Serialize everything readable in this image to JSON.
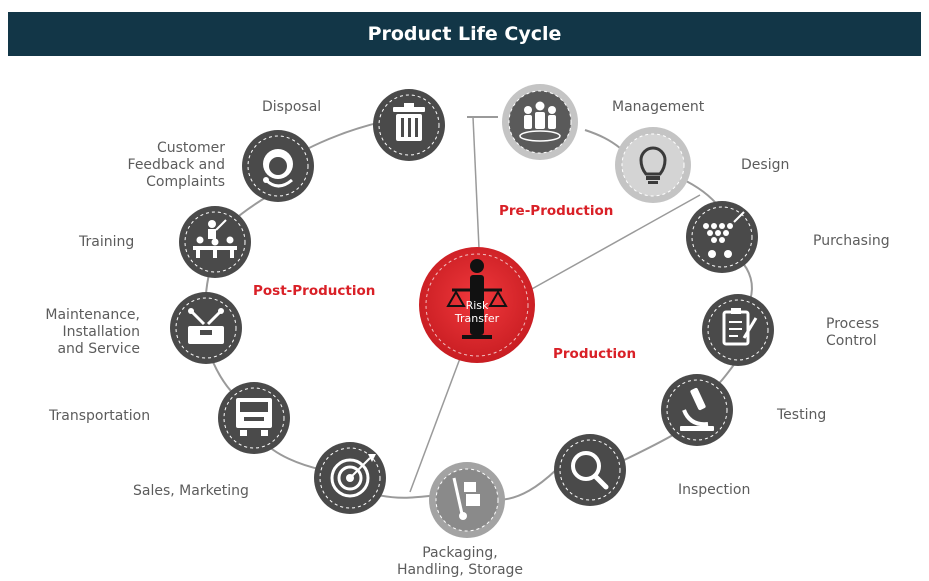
{
  "header": {
    "title": "Product Life Cycle"
  },
  "center": {
    "line1": "Risk",
    "line2": "Transfer"
  },
  "phases": {
    "pre_production": "Pre-Production",
    "post_production": "Post-Production",
    "production": "Production"
  },
  "stages": {
    "disposal": "Disposal",
    "customer_feedback": [
      "Customer",
      "Feedback and",
      "Complaints"
    ],
    "training": "Training",
    "maintenance": [
      "Maintenance,",
      "Installation",
      "and Service"
    ],
    "transportation": "Transportation",
    "sales": "Sales, Marketing",
    "packaging": [
      "Packaging,",
      "Handling, Storage"
    ],
    "inspection": "Inspection",
    "testing": "Testing",
    "process_control": [
      "Process",
      "Control"
    ],
    "purchasing": "Purchasing",
    "design": "Design",
    "management": "Management"
  },
  "colors": {
    "header_bg": "#123647",
    "dark_circle": "#4a4a4a",
    "light_circle": "#c4c4c4",
    "center_red": "#e0262b",
    "phase_red": "#d92027",
    "connector": "#9a9a9a"
  }
}
